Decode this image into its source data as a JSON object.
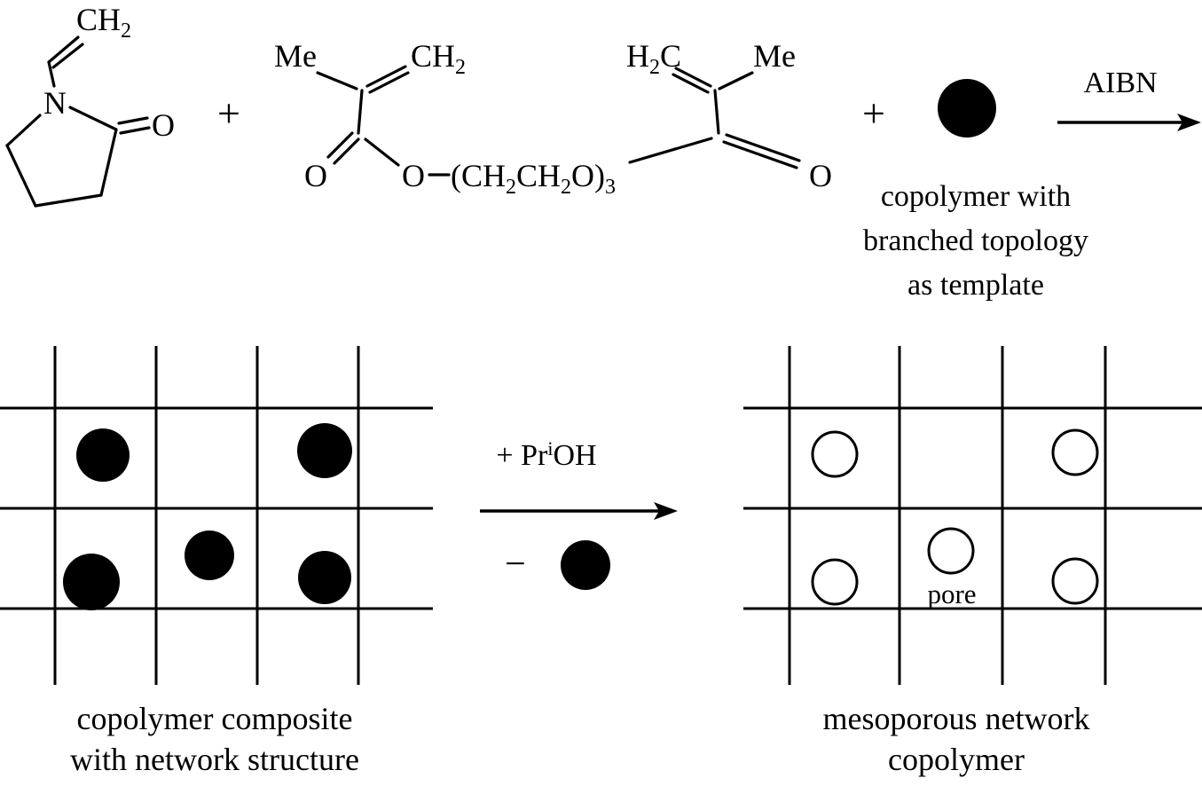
{
  "colors": {
    "ink": "#000000",
    "background": "#ffffff"
  },
  "reactants": {
    "nvp": {
      "ch2_base": "CH",
      "ch2_sub": "2",
      "n": "N",
      "o": "O"
    },
    "plus_1": "+",
    "dimethacrylate": {
      "me_left": "Me",
      "ch2_left_base": "CH",
      "ch2_left_sub": "2",
      "o_carbonyl_left": "O",
      "o_ester": "O",
      "chain_p1": "(CH",
      "chain_s1": "2",
      "chain_p2": "CH",
      "chain_s2": "2",
      "chain_p3": "O)",
      "chain_s3": "3",
      "h2c_h": "H",
      "h2c_sub": "2",
      "h2c_c": "C",
      "me_right": "Me",
      "o_carbonyl_right": "O"
    },
    "plus_2": "+",
    "initiator": "AIBN",
    "template_note_line1": "copolymer with",
    "template_note_line2": "branched topology",
    "template_note_line3": "as template"
  },
  "composite": {
    "label_line1": "copolymer composite",
    "label_line2": "with network structure"
  },
  "extraction": {
    "reagent_p1": "+ Pr",
    "reagent_sup": "i",
    "reagent_p2": "OH",
    "minus": "−"
  },
  "product": {
    "pore_label": "pore",
    "label_line1": "mesoporous network",
    "label_line2": "copolymer"
  }
}
